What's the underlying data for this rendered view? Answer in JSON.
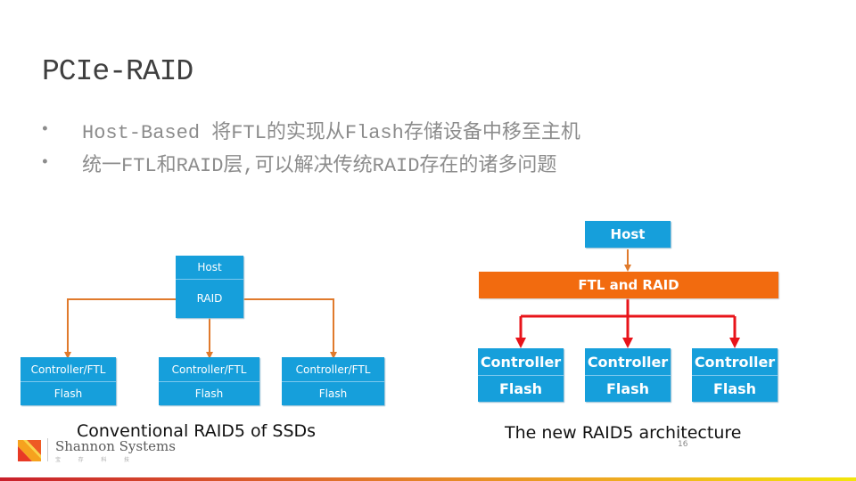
{
  "slide": {
    "title": "PCIe-RAID",
    "bullets": [
      "Host-Based 将FTL的实现从Flash存储设备中移至主机",
      "统一FTL和RAID层,可以解决传统RAID存在的诸多问题"
    ],
    "bullet_glyph": "•",
    "page_number": "16"
  },
  "left_diagram": {
    "caption": "Conventional RAID5 of SSDs",
    "host_label": "Host",
    "raid_label": "RAID",
    "nodes": [
      {
        "top": "Controller/FTL",
        "bottom": "Flash"
      },
      {
        "top": "Controller/FTL",
        "bottom": "Flash"
      },
      {
        "top": "Controller/FTL",
        "bottom": "Flash"
      }
    ],
    "connector_color": "#e07a2c"
  },
  "right_diagram": {
    "caption": "The new RAID5 architecture",
    "host_label": "Host",
    "ftl_raid_label": "FTL and RAID",
    "nodes": [
      {
        "top": "Controller",
        "bottom": "Flash"
      },
      {
        "top": "Controller",
        "bottom": "Flash"
      },
      {
        "top": "Controller",
        "bottom": "Flash"
      }
    ],
    "connector_color": "#e8141a"
  },
  "footer": {
    "company": "Shannon Systems",
    "company_sub": "宝 存 科 技"
  },
  "colors": {
    "box_blue": "#169fdb",
    "orange_bar": "#f26b0f",
    "arrow_orange": "#e07a2c",
    "arrow_red": "#e8141a"
  }
}
